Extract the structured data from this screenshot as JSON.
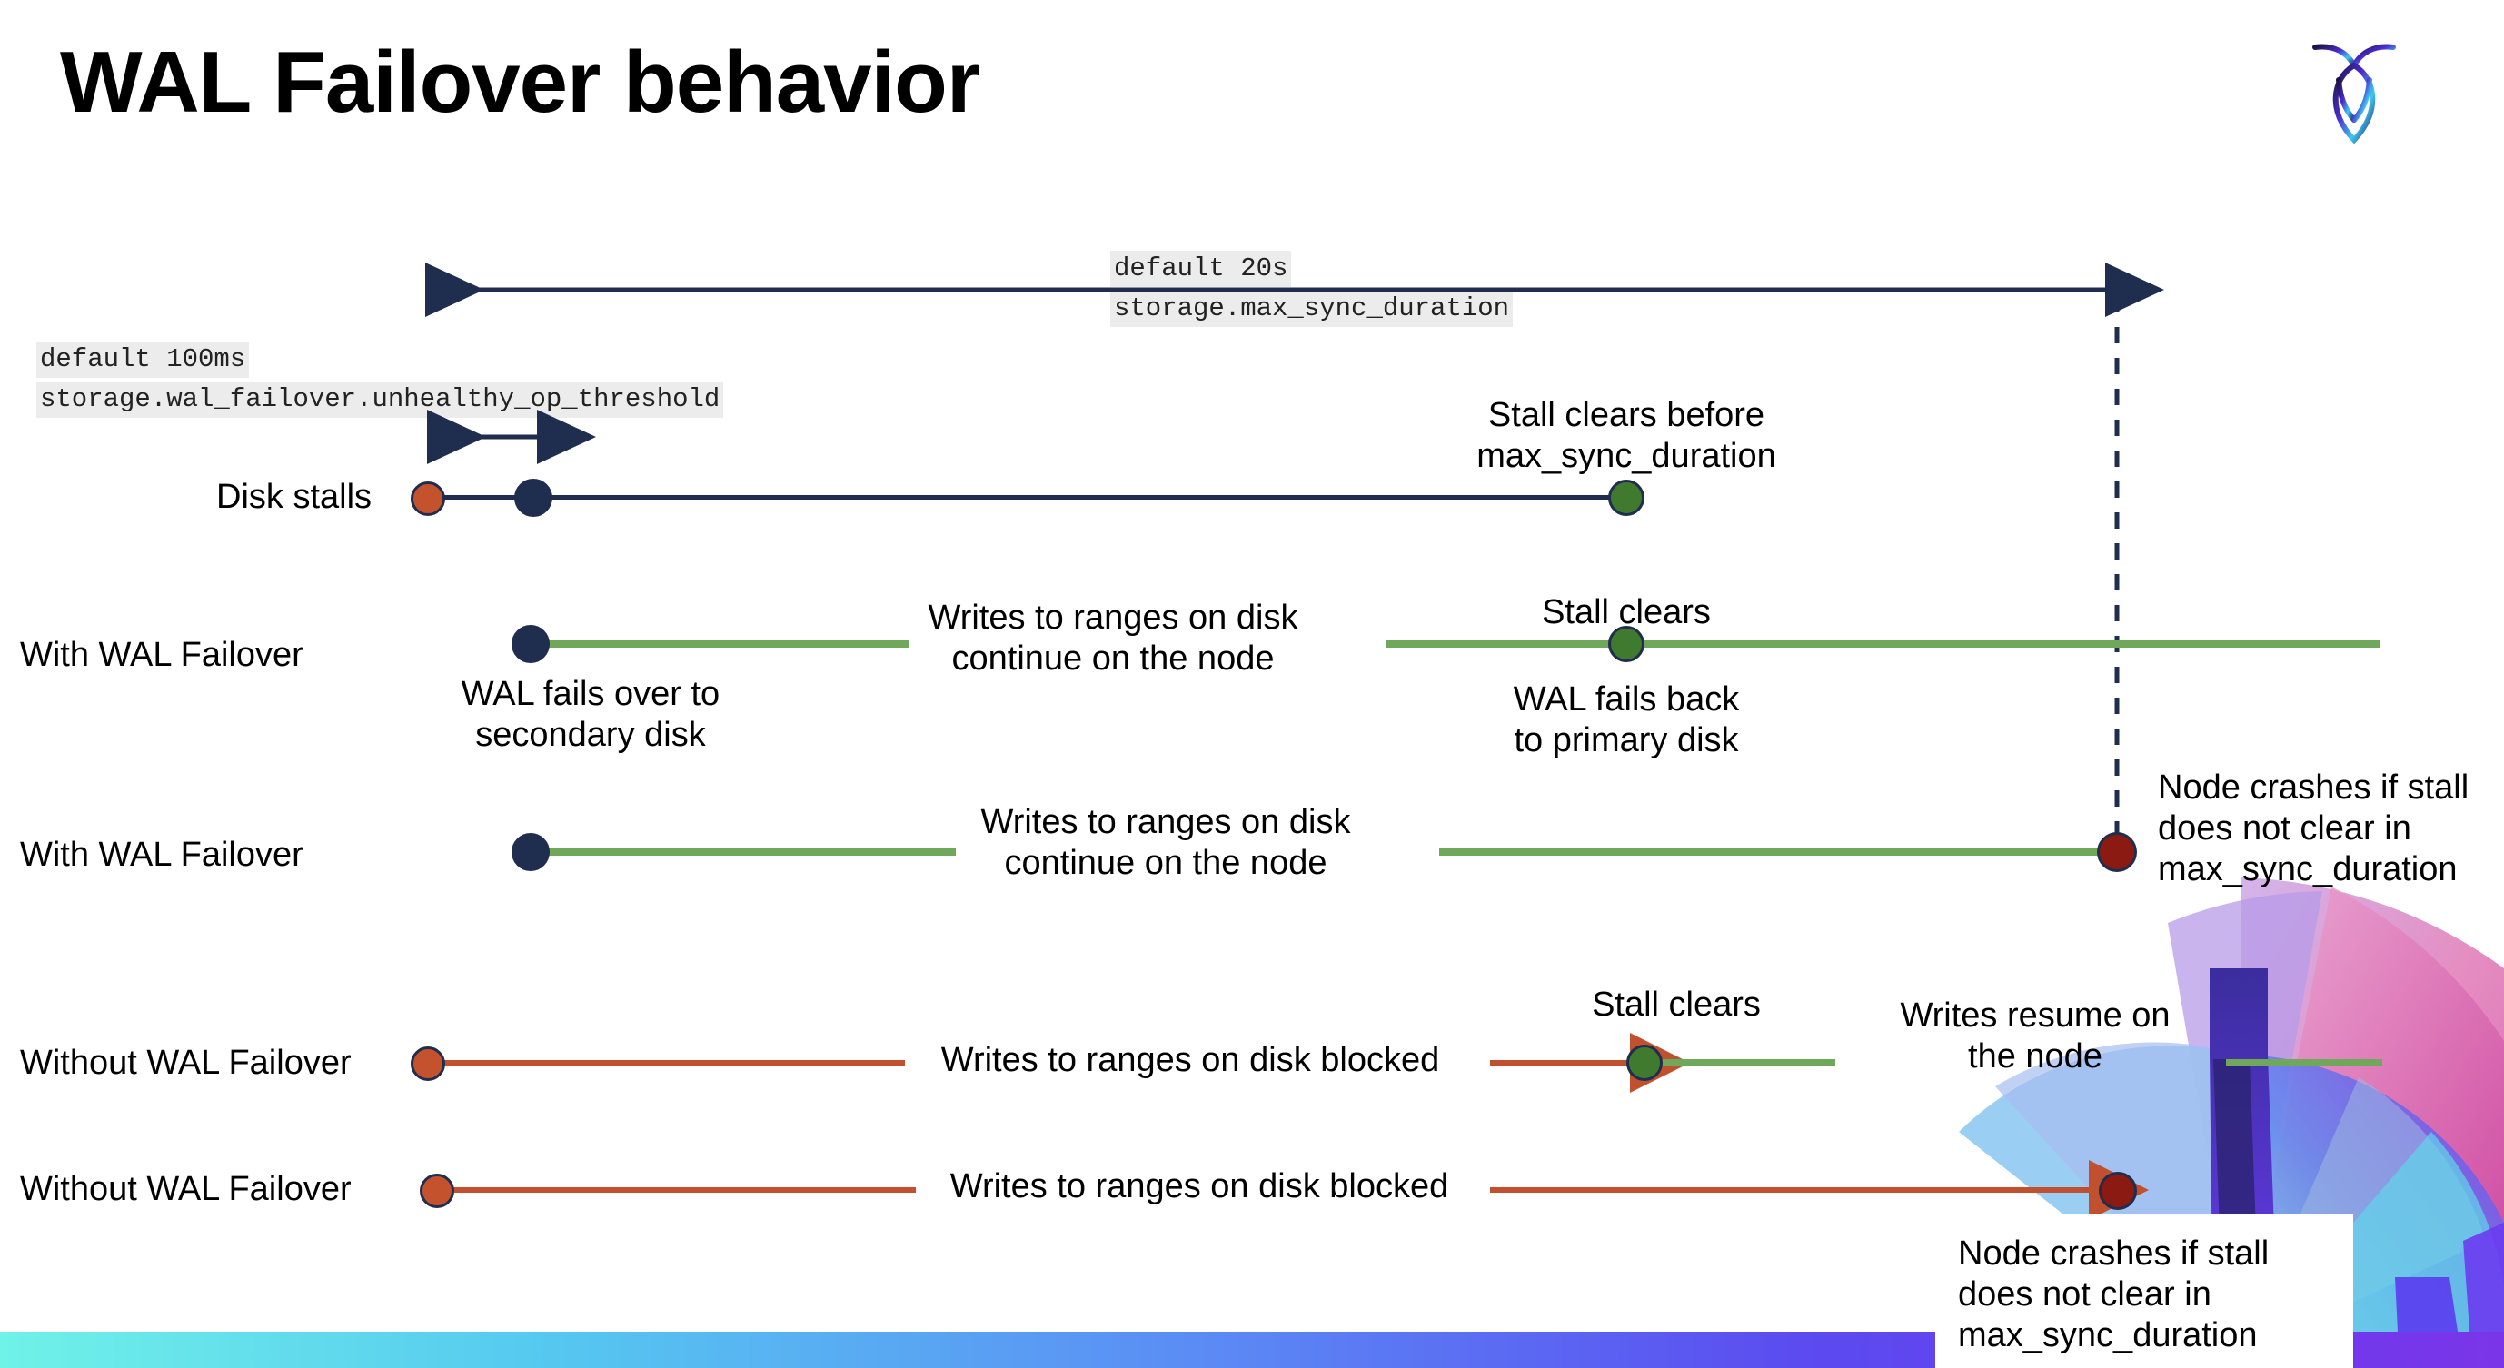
{
  "slide": {
    "title": "WAL Failover behavior",
    "logo_name": "cockroachdb-logo"
  },
  "settings": {
    "max_sync": {
      "default_label": "default 20s",
      "setting_name": "storage.max_sync_duration"
    },
    "unhealthy": {
      "default_label": "default 100ms",
      "setting_name": "storage.wal_failover.unhealthy_op_threshold"
    }
  },
  "rows": [
    {
      "label": "Disk stalls",
      "annotations": [
        "Stall clears before\nmax_sync_duration"
      ]
    },
    {
      "label": "With WAL Failover",
      "annotations": [
        "WAL fails over to\nsecondary disk",
        "Writes to ranges on disk\ncontinue on the node",
        "Stall clears",
        "WAL fails  back\nto primary disk"
      ]
    },
    {
      "label": "With WAL Failover",
      "annotations": [
        "Writes to ranges on disk\ncontinue on the node",
        "Node crashes if stall\ndoes not clear in\nmax_sync_duration"
      ]
    },
    {
      "label": "Without WAL Failover",
      "annotations": [
        "Writes to ranges on disk  blocked",
        "Stall clears",
        "Writes resume on\nthe node"
      ]
    },
    {
      "label": "Without WAL Failover",
      "annotations": [
        "Writes to ranges on disk  blocked",
        "Node crashes if stall\ndoes not clear in\nmax_sync_duration"
      ]
    }
  ],
  "colors": {
    "navy": "#1F2D4E",
    "green_line": "#6FA85A",
    "green_dot": "#3F7A2E",
    "orange": "#C0502E",
    "orange_dot": "#C4522C",
    "dark_red": "#8B1A12",
    "chip_bg": "#ECECEC"
  },
  "markers": {
    "stall_start": "disk-stall-start",
    "failover_trigger": "wal-failover-trigger",
    "stall_clear": "stall-clear",
    "node_crash": "node-crash"
  }
}
